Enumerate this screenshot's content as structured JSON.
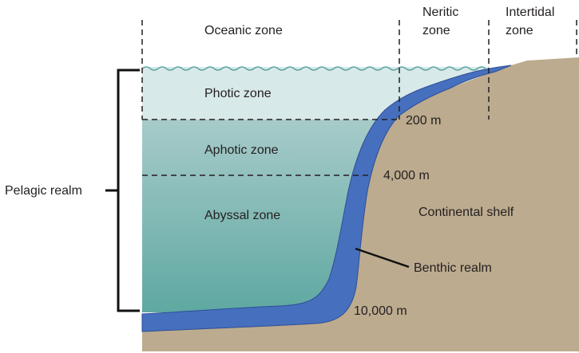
{
  "labels": {
    "oceanic_zone": "Oceanic zone",
    "neritic_zone_line1": "Neritic",
    "neritic_zone_line2": "zone",
    "intertidal_zone_line1": "Intertidal",
    "intertidal_zone_line2": "zone",
    "photic_zone": "Photic zone",
    "aphotic_zone": "Aphotic zone",
    "abyssal_zone": "Abyssal zone",
    "depth_200": "200 m",
    "depth_4000": "4,000 m",
    "depth_10000": "10,000 m",
    "continental_shelf": "Continental shelf",
    "benthic_realm": "Benthic realm",
    "pelagic_realm": "Pelagic realm"
  },
  "colors": {
    "photic_water": "#d6e8e8",
    "aphotic_water": "#9ec6c4",
    "abyssal_water": "#5fa8a2",
    "benthic": "#4670bd",
    "benthic_stroke": "#2e4d9a",
    "land": "#bcab8e",
    "wave": "#5fa8a2",
    "text": "#231f20"
  }
}
